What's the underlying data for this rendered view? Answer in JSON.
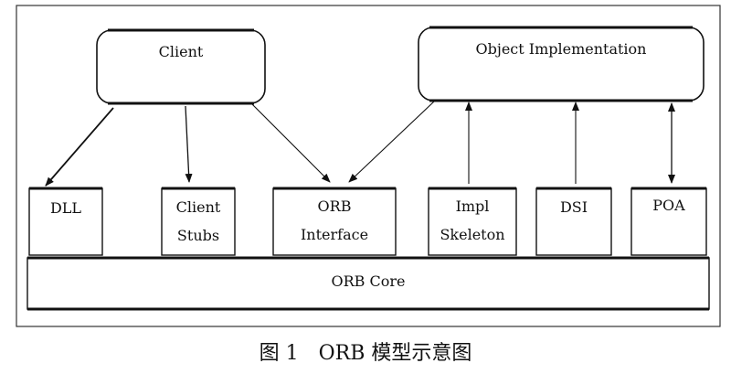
{
  "diagram": {
    "nodes": {
      "client": "Client",
      "object_implementation": "Object Implementation",
      "dll": "DLL",
      "client_stubs": [
        "Client",
        "Stubs"
      ],
      "orb_interface": [
        "ORB",
        "Interface"
      ],
      "impl_skeleton": [
        "Impl",
        "Skeleton"
      ],
      "dsi": "DSI",
      "poa": "POA",
      "orb_core": "ORB Core"
    },
    "edges": [
      {
        "from": "client",
        "to": "dll"
      },
      {
        "from": "client",
        "to": "client_stubs"
      },
      {
        "from": "client",
        "to": "orb_interface"
      },
      {
        "from": "object_implementation",
        "to": "orb_interface"
      },
      {
        "from": "impl_skeleton",
        "to": "object_implementation"
      },
      {
        "from": "dsi",
        "to": "object_implementation"
      },
      {
        "from": "poa",
        "to": "object_implementation",
        "bidirectional": true
      }
    ]
  },
  "caption": "图 1　ORB 模型示意图"
}
